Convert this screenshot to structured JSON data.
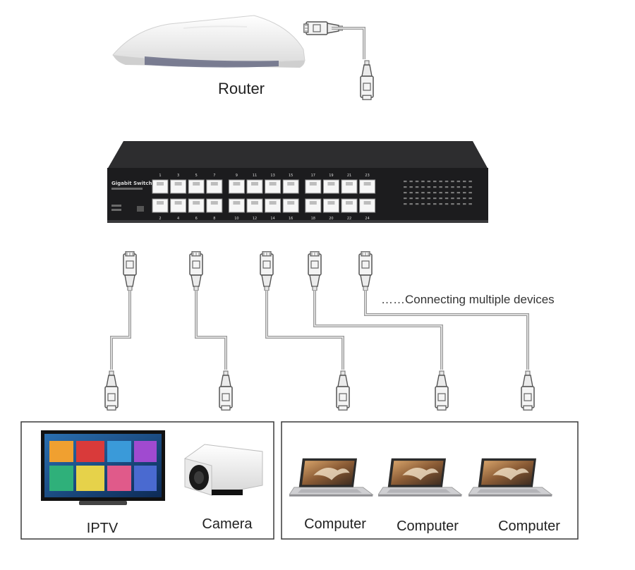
{
  "router": {
    "label": "Router"
  },
  "switch": {
    "brand": "Gigabit Switch",
    "port_numbers_top": [
      "1",
      "3",
      "5",
      "7",
      "9",
      "11",
      "13",
      "15",
      "17",
      "19",
      "21",
      "23"
    ],
    "port_numbers_bottom": [
      "2",
      "4",
      "6",
      "8",
      "10",
      "12",
      "14",
      "16",
      "18",
      "20",
      "22",
      "24"
    ]
  },
  "note": "……Connecting multiple devices",
  "devices_left": [
    {
      "label": "IPTV",
      "icon": "tv-icon"
    },
    {
      "label": "Camera",
      "icon": "camera-icon"
    }
  ],
  "devices_right": [
    {
      "label": "Computer",
      "icon": "laptop-icon"
    },
    {
      "label": "Computer",
      "icon": "laptop-icon"
    },
    {
      "label": "Computer",
      "icon": "laptop-icon"
    }
  ],
  "colors": {
    "switch_body": "#1c1c1e",
    "cable": "#9a9a9a",
    "plug": "#f2f2f2",
    "outline": "#444444"
  }
}
